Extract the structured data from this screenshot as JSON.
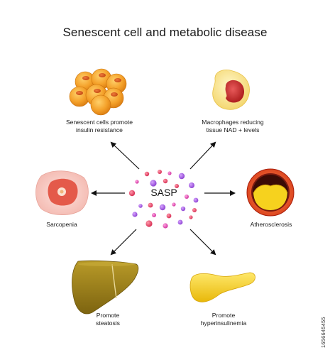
{
  "title": "Senescent cell and metabolic disease",
  "center": {
    "label": "SASP"
  },
  "nodes": {
    "senescent": {
      "lines": [
        "Senescent cells promote",
        "insulin resistance"
      ]
    },
    "macrophages": {
      "lines": [
        "Macrophages reducing",
        "tissue NAD + levels"
      ]
    },
    "sarcopenia": {
      "lines": [
        "Sarcopenia"
      ]
    },
    "atherosclerosis": {
      "lines": [
        "Atherosclerosis"
      ]
    },
    "steatosis": {
      "lines": [
        "Promote",
        "steatosis"
      ]
    },
    "hyperinsulinemia": {
      "lines": [
        "Promote",
        "hyperinsulinemia"
      ]
    }
  },
  "stock_id": "1656645455",
  "colors": {
    "sasp_particles": [
      "#e2325c",
      "#9b4fd6",
      "#e24fb2",
      "#c93a3a",
      "#b76ee0"
    ],
    "liver": "#a88a1e",
    "pancreas": "#f5d21c",
    "artery_ring": "#e04b24",
    "senescent_cells": "#f3a52a"
  },
  "icons": [
    "senescent-cells-icon",
    "macrophage-icon",
    "muscle-fiber-icon",
    "artery-cross-section-icon",
    "liver-icon",
    "pancreas-icon"
  ]
}
